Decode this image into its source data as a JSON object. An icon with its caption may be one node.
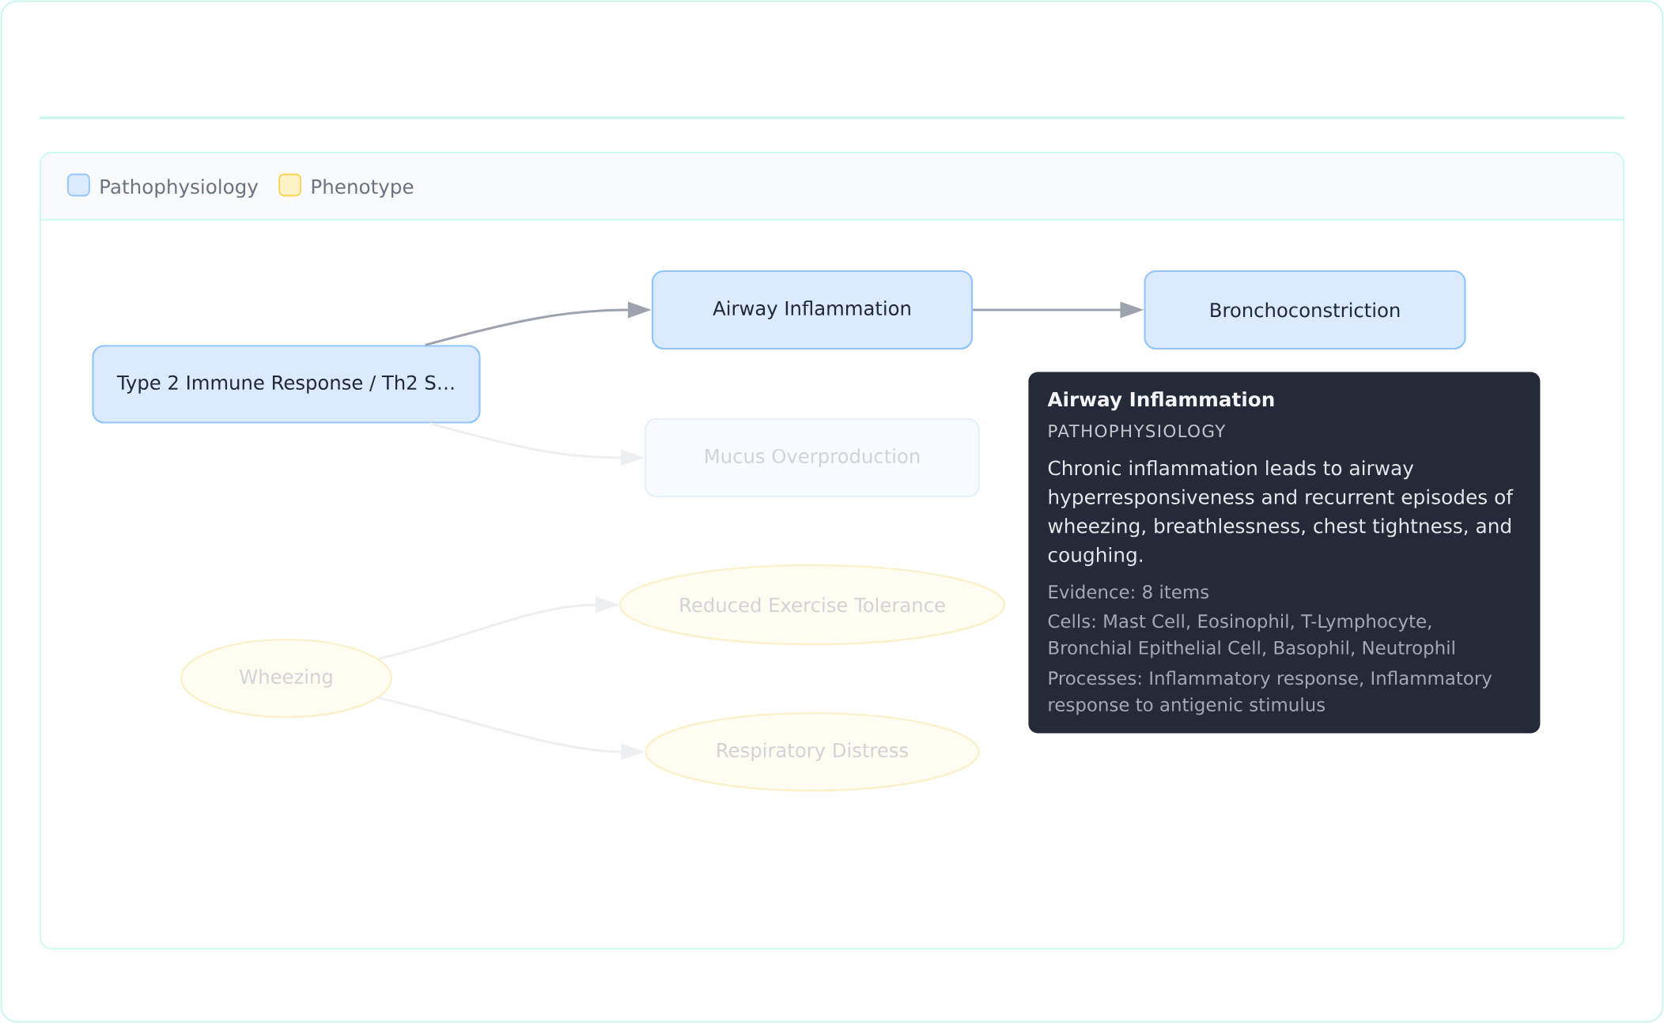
{
  "diagram": {
    "nodes": [
      {
        "text": [
          "Type 2 Immune Response / Th2 S…"
        ]
      },
      {
        "text": [
          "Airway Inflammation"
        ]
      },
      {
        "text": [
          "Bronchoconstriction"
        ]
      },
      {
        "text": [
          "Mucus Overproduction"
        ]
      },
      {
        "text": [
          "Wheezing"
        ]
      },
      {
        "text": [
          "Reduced Exercise Tolerance"
        ]
      },
      {
        "text": [
          "Respiratory Distress"
        ]
      },
      {
        "text": [
          "Airway Inflammation",
          "PATHOPHYSIOLOGY",
          "Chronic inflammation leads to airway hyperresponsiveness and recurrent episodes of wheezing, breathlessness, chest tightness, and coughing.",
          "Evidence: 8 items",
          "Cells: Mast Cell, Eosinophil, T-Lymphocyte, Bronchial Epithelial Cell, Basophil, Neutrophil",
          "Processes: Inflammatory response, Inflammatory response to antigenic stimulus"
        ]
      }
    ],
    "edges": [
      {
        "from": 0,
        "to": 1,
        "arrow": "to",
        "color": "#9ca3af"
      },
      {
        "from": 1,
        "to": 2,
        "arrow": "to",
        "color": "#9ca3af"
      },
      {
        "from": 0,
        "to": 3,
        "arrow": "to"
      },
      {
        "from": 4,
        "to": 5,
        "arrow": "to"
      },
      {
        "from": 4,
        "to": 6,
        "arrow": "to"
      }
    ],
    "legend": [
      {
        "text": "Pathophysiology",
        "color": "#dbeafe"
      },
      {
        "text": "Phenotype",
        "color": "#fef3c7"
      }
    ]
  }
}
